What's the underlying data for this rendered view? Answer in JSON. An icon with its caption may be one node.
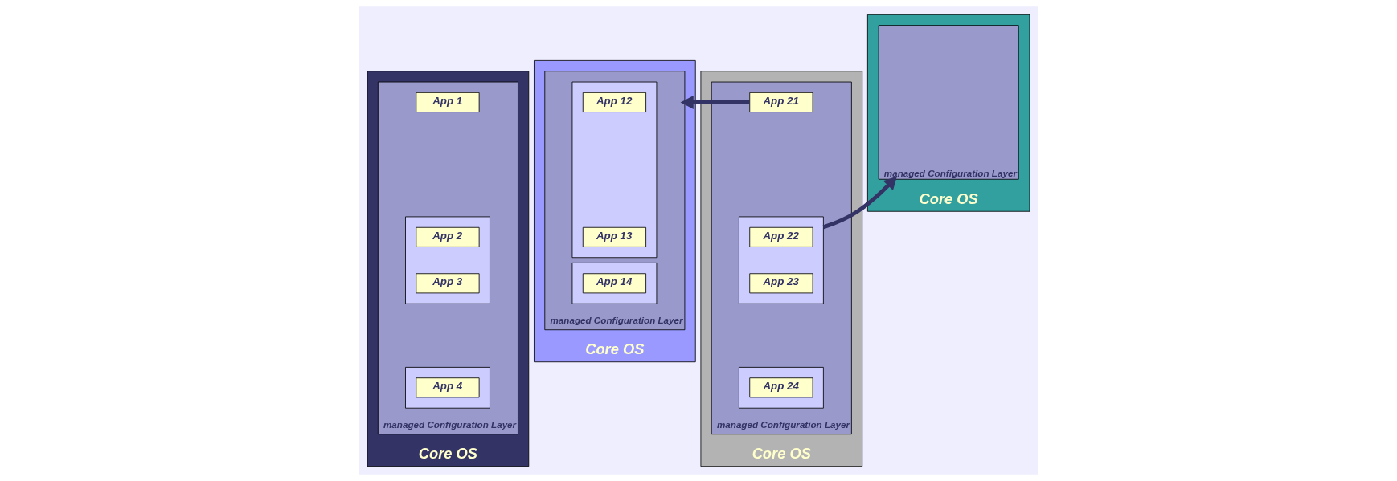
{
  "diagram": {
    "nodes": [
      {
        "text": [
          "Core OS"
        ]
      },
      {
        "text": [
          "managed Configuration Layer"
        ],
        "in": 0
      },
      {
        "text": [
          "App 1"
        ],
        "in": 1
      },
      {
        "text": [],
        "shape": "box",
        "in": 1
      },
      {
        "text": [
          "App 2"
        ],
        "in": 3
      },
      {
        "text": [
          "App 3"
        ],
        "in": 3
      },
      {
        "text": [],
        "shape": "box",
        "in": 1
      },
      {
        "text": [
          "App 4"
        ],
        "in": 6
      },
      {
        "text": [
          "Core OS"
        ]
      },
      {
        "text": [
          "managed Configuration Layer"
        ],
        "in": 8
      },
      {
        "text": [],
        "shape": "box",
        "in": 9
      },
      {
        "text": [
          "App 12"
        ],
        "in": 10
      },
      {
        "text": [
          "App 13"
        ],
        "in": 10
      },
      {
        "text": [],
        "shape": "box",
        "in": 9
      },
      {
        "text": [
          "App 14"
        ],
        "in": 13
      },
      {
        "text": [
          "Core OS"
        ]
      },
      {
        "text": [
          "managed Configuration Layer"
        ],
        "in": 15
      },
      {
        "text": [
          "App 21"
        ],
        "in": 16
      },
      {
        "text": [],
        "shape": "box",
        "in": 16
      },
      {
        "text": [
          "App 22"
        ],
        "in": 18
      },
      {
        "text": [
          "App 23"
        ],
        "in": 18
      },
      {
        "text": [],
        "shape": "box",
        "in": 16
      },
      {
        "text": [
          "App 24"
        ],
        "in": 21
      },
      {
        "text": [
          "Core OS"
        ]
      },
      {
        "text": [
          "managed Configuration Layer"
        ],
        "in": 23
      }
    ],
    "edges": [
      {
        "from": 17,
        "to": 9,
        "arrow": "to"
      },
      {
        "from": 18,
        "to": 24,
        "arrow": "to"
      }
    ]
  }
}
